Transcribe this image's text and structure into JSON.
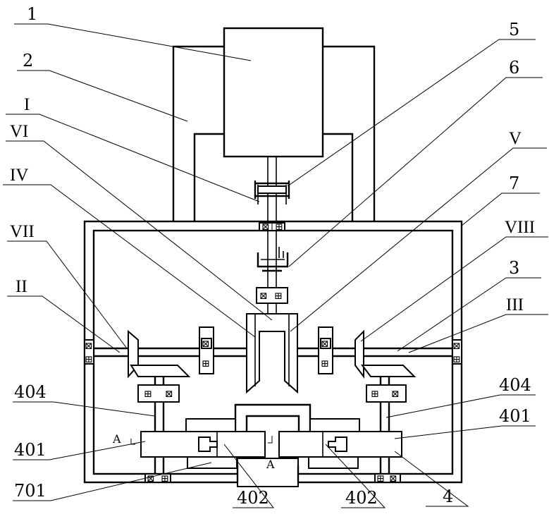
{
  "labels": {
    "n1": "1",
    "n2": "2",
    "n5": "5",
    "n6": "6",
    "nI": "I",
    "nVI": "VI",
    "nV": "V",
    "nIV": "IV",
    "n7": "7",
    "nVII": "VII",
    "nVIII": "VIII",
    "n3": "3",
    "nII": "II",
    "nIII": "III",
    "n404L": "404",
    "n404R": "404",
    "n401L": "401",
    "n401R": "401",
    "n701": "701",
    "n402L": "402",
    "n402R": "402",
    "n4": "4",
    "secA1": "A",
    "secA2": "A"
  }
}
